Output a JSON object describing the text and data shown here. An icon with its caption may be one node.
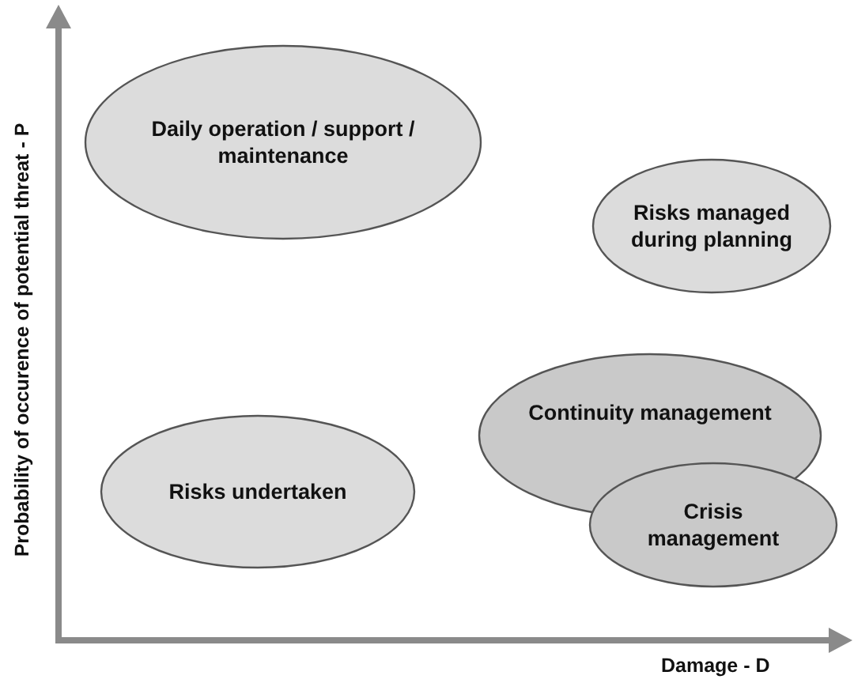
{
  "diagram": {
    "nodes": [
      {
        "text": [
          "Daily operation / support / maintenance"
        ]
      },
      {
        "text": [
          "Risks managed during planning"
        ]
      },
      {
        "text": [
          "Risks undertaken"
        ]
      },
      {
        "text": [
          "Continuity management"
        ]
      },
      {
        "text": [
          "Crisis management"
        ]
      }
    ],
    "edges": [],
    "labels": [
      "Probability of occurence of potential threat - P",
      "Damage - D"
    ]
  }
}
